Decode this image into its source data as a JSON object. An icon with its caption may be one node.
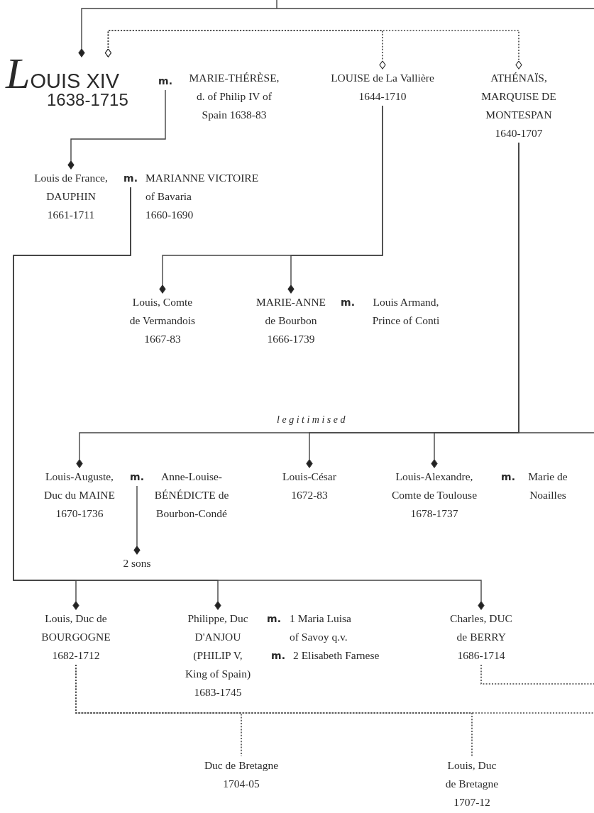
{
  "diagram": {
    "nodes": [
      {
        "text": [
          "LOUIS XIV",
          "1638-1715"
        ]
      },
      {
        "text": [
          "m."
        ]
      },
      {
        "text": [
          "LOUISE de La Vallière 1644-1710"
        ]
      },
      {
        "text": [
          "ATHÉNAÏS, MARQUISE DE MONTESPAN 1640-1707"
        ]
      },
      {
        "text": [
          "Louis de France, DAUPHIN 1661-1711"
        ]
      },
      {
        "text": [
          "m."
        ]
      },
      {
        "text": [
          "Louis, Comte de Vermandois 1667-83"
        ]
      },
      {
        "text": [
          "MARIE-ANNE de Bourbon 1666-1739"
        ]
      },
      {
        "text": [
          "Louis-Auguste, Duc du MAINE 1670-1736"
        ]
      },
      {
        "text": [
          "m."
        ]
      },
      {
        "text": [
          "Louis-César 1672-83"
        ]
      },
      {
        "text": [
          "Louis-Alexandre, Comte de Toulouse 1678-1737"
        ]
      },
      {
        "text": [
          "2 sons"
        ]
      },
      {
        "text": [
          "Louis, Duc de BOURGOGNE 1682-1712"
        ]
      },
      {
        "text": [
          "Philippe, Duc D'ANJOU (PHILIP V, King of Spain) 1683-1745"
        ]
      },
      {
        "text": [
          "Charles, DUC de BERRY 1686-1714"
        ]
      },
      {
        "text": [
          "Duc de Bretagne 1704-05"
        ]
      },
      {
        "text": [
          "Louis, Duc de Bretagne 1707-12"
        ]
      }
    ],
    "edges": [
      {
        "from": null,
        "to": 0,
        "arrow": "other"
      },
      {
        "from": 0,
        "to": 2,
        "arrow": "other",
        "style": "dashed"
      },
      {
        "from": 0,
        "to": 3,
        "arrow": "other",
        "style": "dashed"
      },
      {
        "from": 1,
        "to": 4,
        "arrow": "other"
      },
      {
        "from": 2,
        "to": 6,
        "arrow": "other"
      },
      {
        "from": 2,
        "to": 7,
        "arrow": "other"
      },
      {
        "from": 5,
        "to": 13,
        "arrow": "other"
      },
      {
        "from": 5,
        "to": 14,
        "arrow": "other"
      },
      {
        "from": 5,
        "to": 15,
        "arrow": "other"
      },
      {
        "from": 3,
        "to": 8,
        "arrow": "other"
      },
      {
        "from": 3,
        "to": 10,
        "arrow": "other"
      },
      {
        "from": 3,
        "to": 11,
        "arrow": "other"
      },
      {
        "from": 9,
        "to": 12,
        "arrow": "other"
      },
      {
        "from": 13,
        "to": 16,
        "arrow": "none",
        "style": "dashed"
      },
      {
        "from": 13,
        "to": 17,
        "arrow": "none",
        "style": "dashed"
      },
      {
        "from": 15,
        "to": null,
        "arrow": "none",
        "style": "dashed"
      }
    ],
    "labels": [
      "MARIE-THÉRÈSE, d. of Philip IV of Spain 1638-83",
      "MARIANNE VICTOIRE of Bavaria",
      "1660-1690",
      "m.",
      "Louis Armand, Prince of Conti",
      "legitimised",
      "Anne-Louise-BÉNÉDICTE de Bourbon-Condé",
      "m.",
      "Marie de Noailles",
      "m.",
      "1 Maria Luisa of Savoy q.v.",
      "m.",
      "2 Elisabeth Farnese"
    ]
  }
}
